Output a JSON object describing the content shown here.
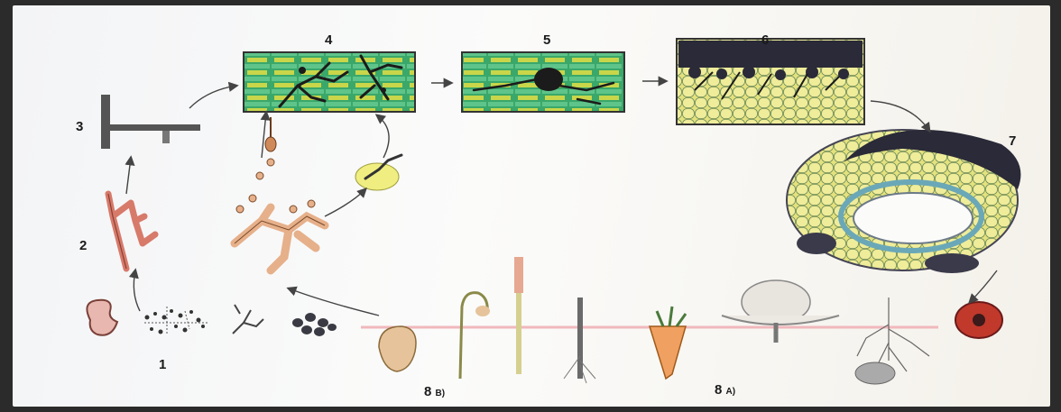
{
  "labels": {
    "stage1": "1",
    "stage2": "2",
    "stage3": "3",
    "stage4": "4",
    "stage5": "5",
    "stage6": "6",
    "stage7": "7",
    "stage8a_num": "8",
    "stage8a_letter": "A)",
    "stage8b_num": "8",
    "stage8b_letter": "B)"
  },
  "colors": {
    "tissue_green": "#3fae6a",
    "tissue_yellow": "#d9d84a",
    "hyphae": "#1b1b1b",
    "sclerotia": "#2a2a3a",
    "cell_yellow": "#e6e27a",
    "seed_red": "#c0392b",
    "root_orange": "#e08a3a",
    "arrow": "#444444"
  }
}
